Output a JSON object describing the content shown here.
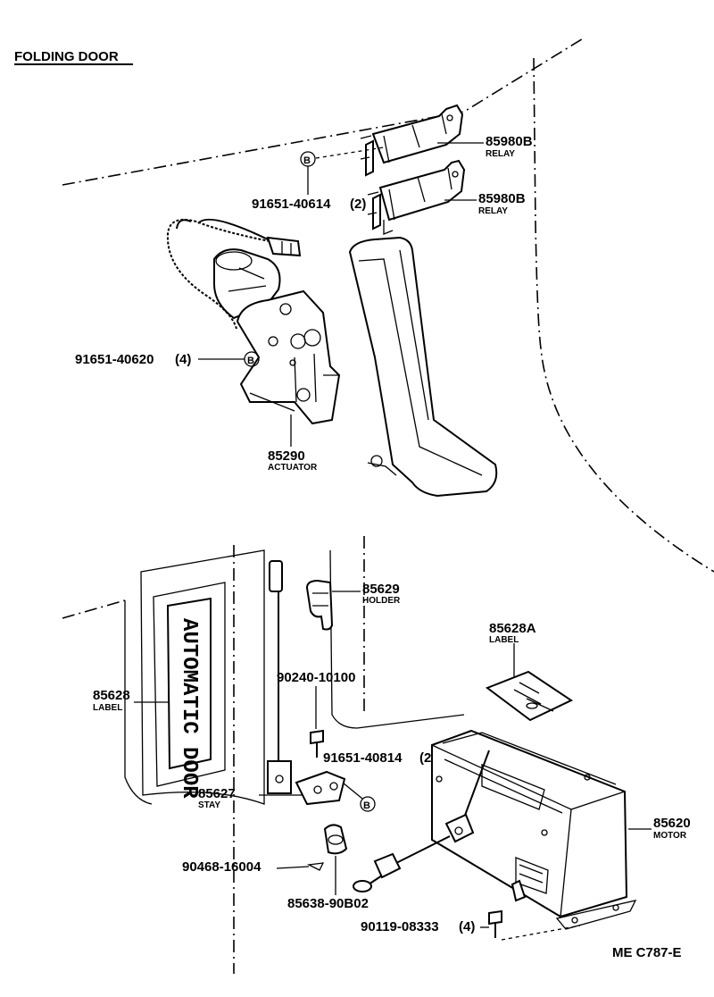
{
  "title": "FOLDING DOOR",
  "drawing_code": "ME C787-E",
  "sign_text": "AUTOMATIC DOOR",
  "bolt_marker": "B",
  "parts": {
    "relay_1": {
      "number": "85980B",
      "name": "RELAY"
    },
    "relay_2": {
      "number": "85980B",
      "name": "RELAY"
    },
    "bolt_relay": {
      "number": "91651-40614",
      "qty": "(2)"
    },
    "bolt_actuator": {
      "number": "91651-40620",
      "qty": "(4)"
    },
    "actuator": {
      "number": "85290",
      "name": "ACTUATOR"
    },
    "holder": {
      "number": "85629",
      "name": "HOLDER"
    },
    "label_a": {
      "number": "85628A",
      "name": "LABEL"
    },
    "label": {
      "number": "85628",
      "name": "LABEL"
    },
    "screw": {
      "number": "90240-10100"
    },
    "bolt_stay": {
      "number": "91651-40814",
      "qty": "(2)"
    },
    "stay": {
      "number": "85627",
      "name": "STAY"
    },
    "motor": {
      "number": "85620",
      "name": "MOTOR"
    },
    "clip": {
      "number": "90468-16004"
    },
    "bushing": {
      "number": "85638-90B02"
    },
    "bolt_motor": {
      "number": "90119-08333",
      "qty": "(4)"
    }
  }
}
